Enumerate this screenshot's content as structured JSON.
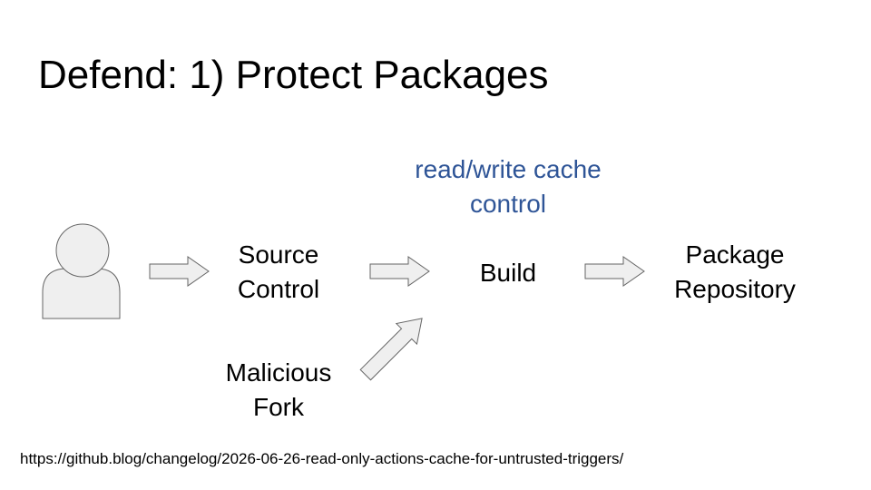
{
  "slide": {
    "title": "Defend: 1) Protect Packages",
    "annotation": {
      "line1": "read/write cache",
      "line2": "control",
      "color": "#2f5597"
    },
    "nodes": {
      "source_control": {
        "line1": "Source",
        "line2": "Control"
      },
      "build": {
        "label": "Build"
      },
      "package_repository": {
        "line1": "Package",
        "line2": "Repository"
      },
      "malicious_fork": {
        "line1": "Malicious",
        "line2": "Fork"
      }
    },
    "icons": {
      "user": "person-icon",
      "arrow": "block-arrow-icon"
    },
    "colors": {
      "shape_fill": "#efefef",
      "shape_stroke": "#666666"
    },
    "footer_link": "https://github.blog/changelog/2026-06-26-read-only-actions-cache-for-untrusted-triggers/"
  }
}
